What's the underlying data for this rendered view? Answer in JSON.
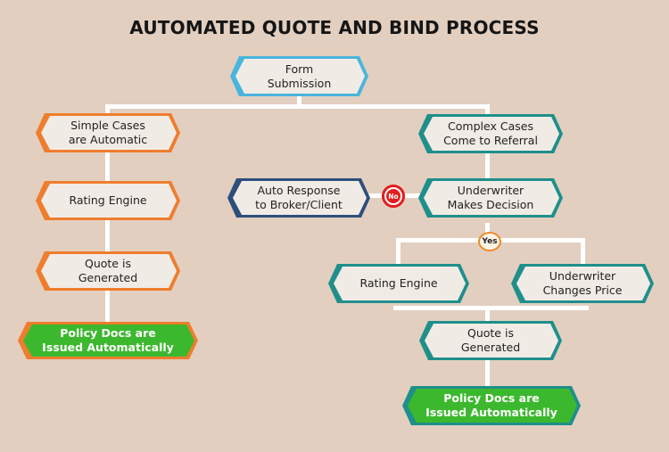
{
  "title": "AUTOMATED QUOTE AND BIND PROCESS",
  "colors": {
    "background": "#e2cfc0",
    "node_fill": "#f1ebe6",
    "orange_accent": "#ef7d2d",
    "teal_accent": "#1f8f8a",
    "navy_accent": "#2c4f7c",
    "sky_accent": "#49b5dc",
    "green_fill": "#3cb82e",
    "no_badge": "#e11d1d",
    "yes_badge": "#ee8a2b"
  },
  "nodes": {
    "form_submission": "Form\nSubmission",
    "simple_cases": "Simple Cases\nare Automatic",
    "rating_engine_left": "Rating Engine",
    "quote_generated_left": "Quote is\nGenerated",
    "policy_docs_left": "Policy Docs are\nIssued Automatically",
    "complex_cases": "Complex Cases\nCome to Referral",
    "auto_response": "Auto Response\nto Broker/Client",
    "underwriter_decision": "Underwriter\nMakes Decision",
    "rating_engine_right": "Rating Engine",
    "underwriter_price": "Underwriter\nChanges Price",
    "quote_generated_right": "Quote is\nGenerated",
    "policy_docs_right": "Policy Docs are\nIssued Automatically"
  },
  "badges": {
    "no": "No",
    "yes": "Yes"
  }
}
